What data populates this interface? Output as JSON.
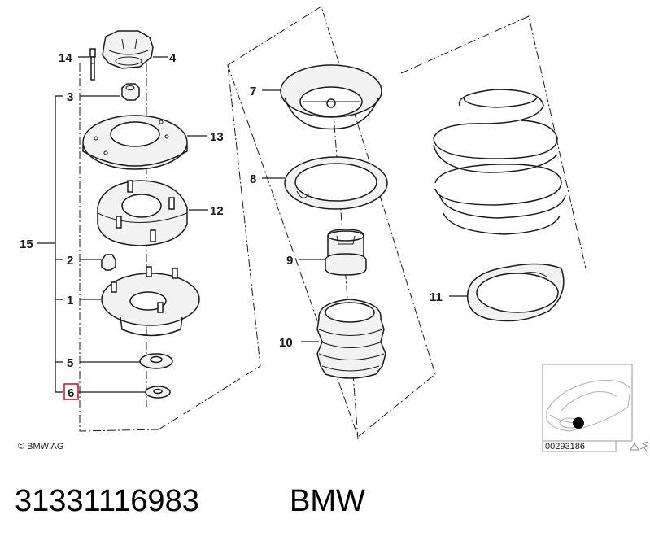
{
  "callouts": {
    "c1": "1",
    "c2": "2",
    "c3": "3",
    "c4": "4",
    "c5": "5",
    "c6": "6",
    "c7": "7",
    "c8": "8",
    "c9": "9",
    "c10": "10",
    "c11": "11",
    "c12": "12",
    "c13": "13",
    "c14": "14",
    "c15": "15"
  },
  "highlighted_callout": "6",
  "highlight_color": "#d0202a",
  "copyright": "© BMW AG",
  "diagram_number": "00293186",
  "part_number": "31331116983",
  "brand": "BMW"
}
